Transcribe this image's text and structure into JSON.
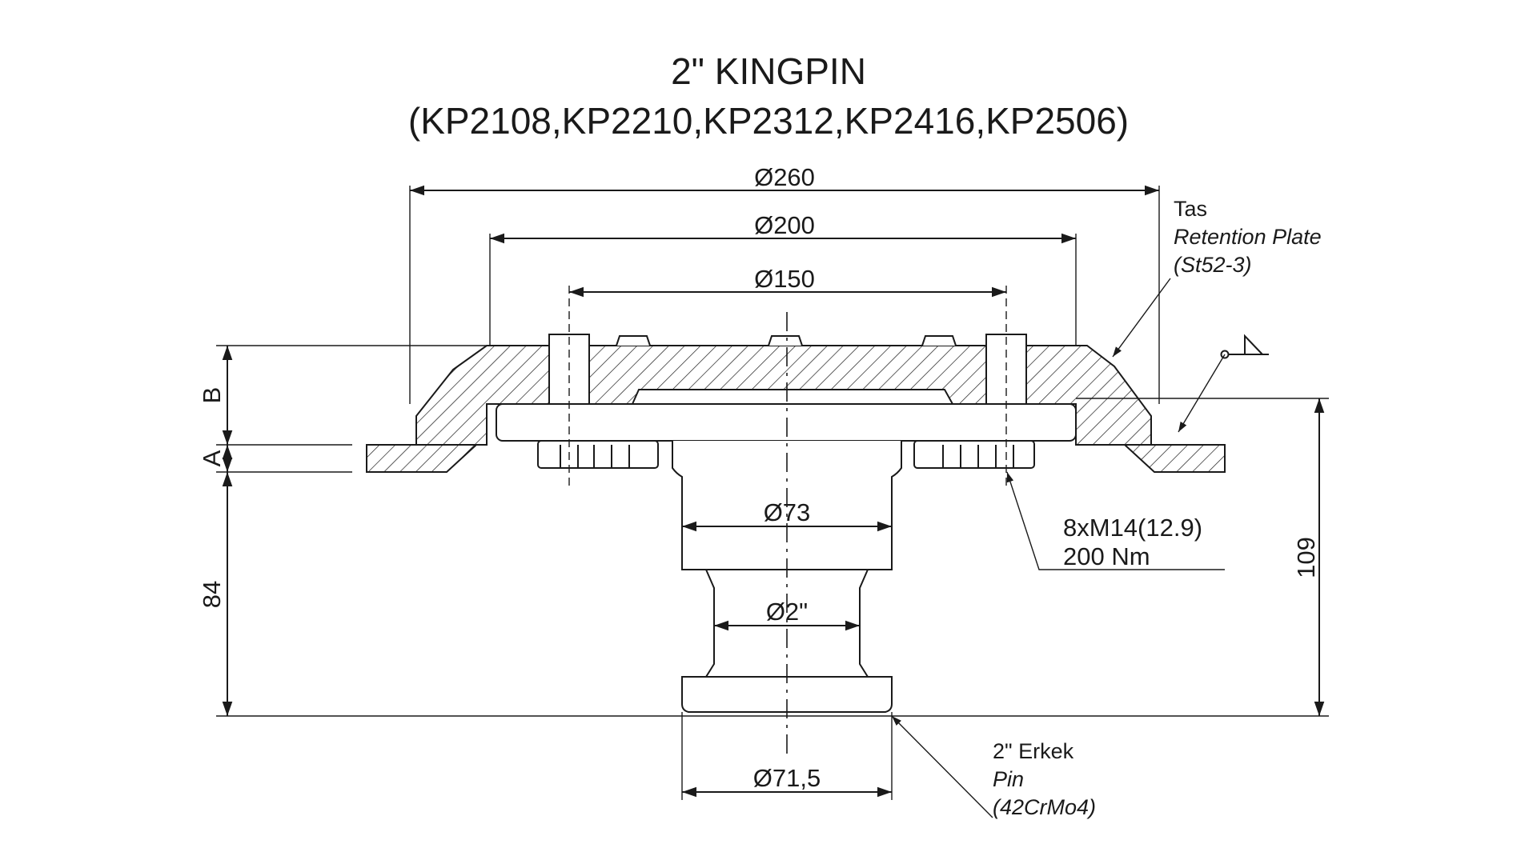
{
  "title": {
    "line1": "2\" KINGPIN",
    "line2": "(KP2108,KP2210,KP2312,KP2416,KP2506)"
  },
  "dimensions": {
    "d260": "Ø260",
    "d200": "Ø200",
    "d150": "Ø150",
    "d73": "Ø73",
    "d2in": "Ø2\"",
    "d71_5": "Ø71,5",
    "h84": "84",
    "h109": "109",
    "label_a": "A",
    "label_b": "B"
  },
  "callouts": {
    "plate_tr": "Tas",
    "plate_en": "Retention Plate",
    "plate_mat": "(St52-3)",
    "bolt_spec": "8xM14(12.9)",
    "bolt_torque": "200 Nm",
    "pin_tr": "2\" Erkek",
    "pin_en": "Pin",
    "pin_mat": "(42CrMo4)"
  },
  "colors": {
    "line": "#1a1a1a",
    "background": "#ffffff"
  }
}
